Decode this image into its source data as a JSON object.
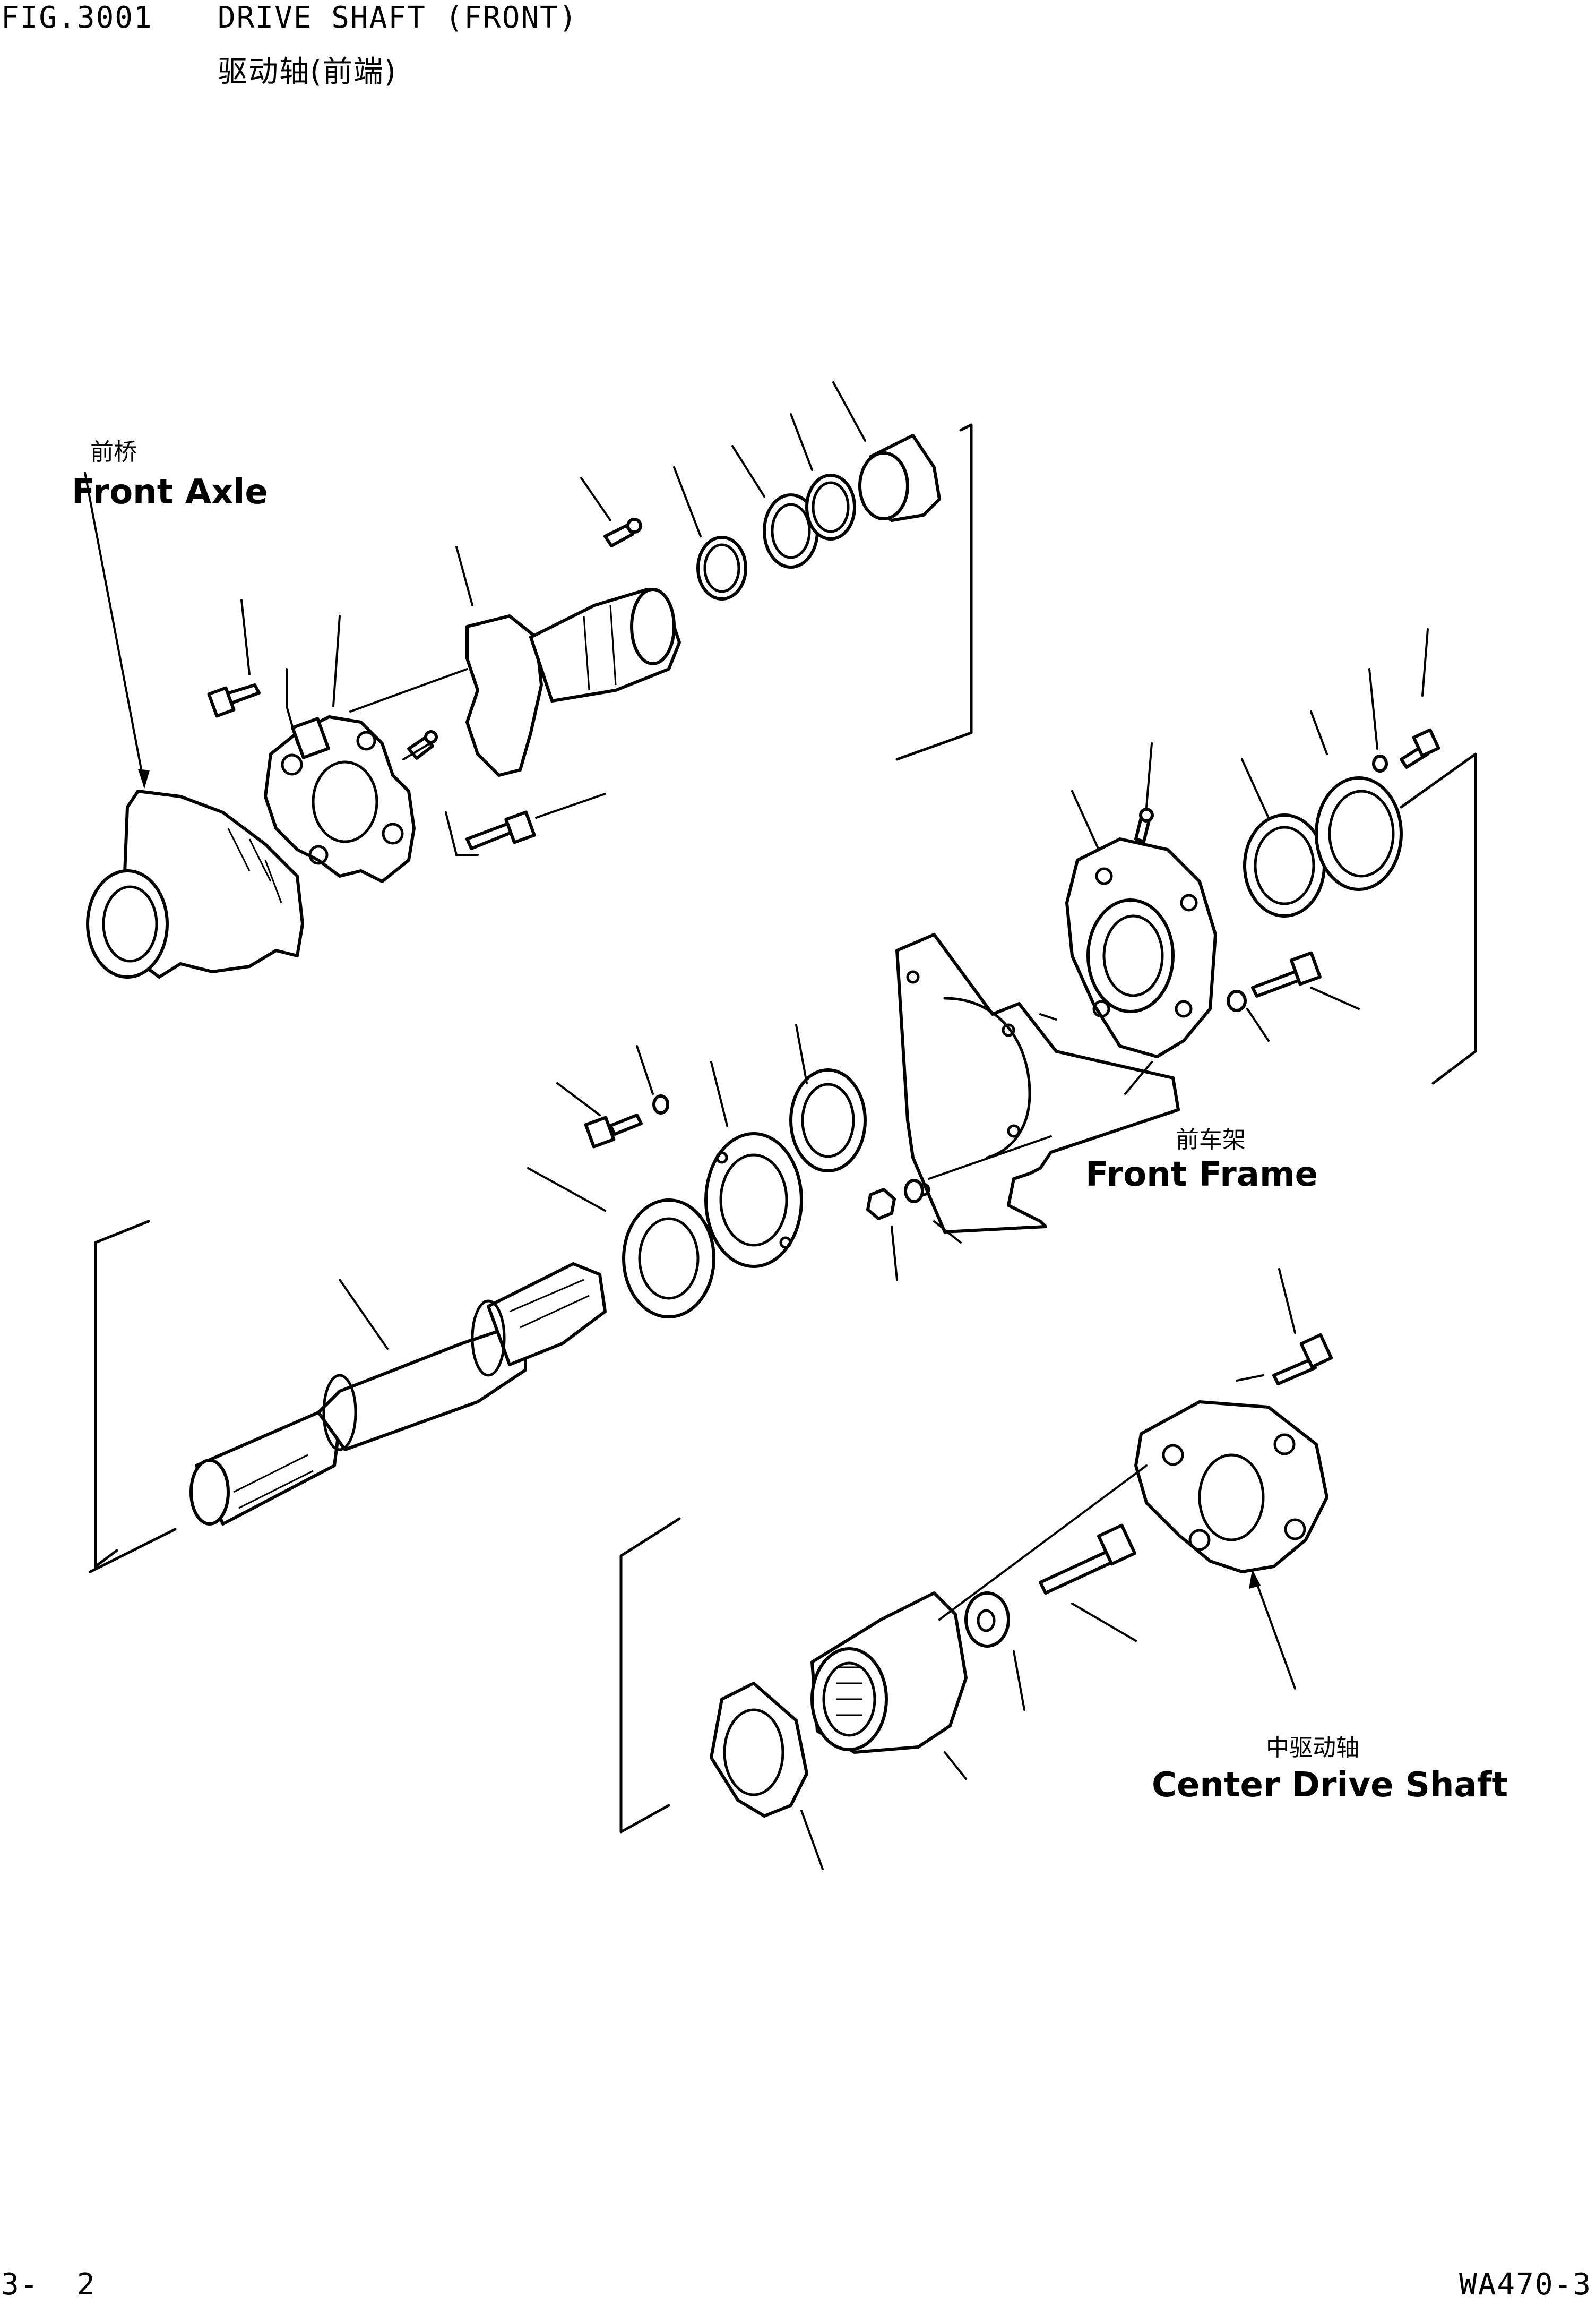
{
  "header": {
    "fig_number": "FIG.3001",
    "title_en": "DRIVE SHAFT (FRONT)",
    "title_cn": "驱动轴(前端)"
  },
  "labels": {
    "front_axle": {
      "cn": "前桥",
      "en": "Front Axle"
    },
    "front_frame": {
      "cn": "前车架",
      "en": "Front Frame"
    },
    "center_drive_shaft": {
      "cn": "中驱动轴",
      "en": "Center Drive Shaft"
    }
  },
  "footer": {
    "page": "3-  2",
    "model": "WA470-3"
  }
}
